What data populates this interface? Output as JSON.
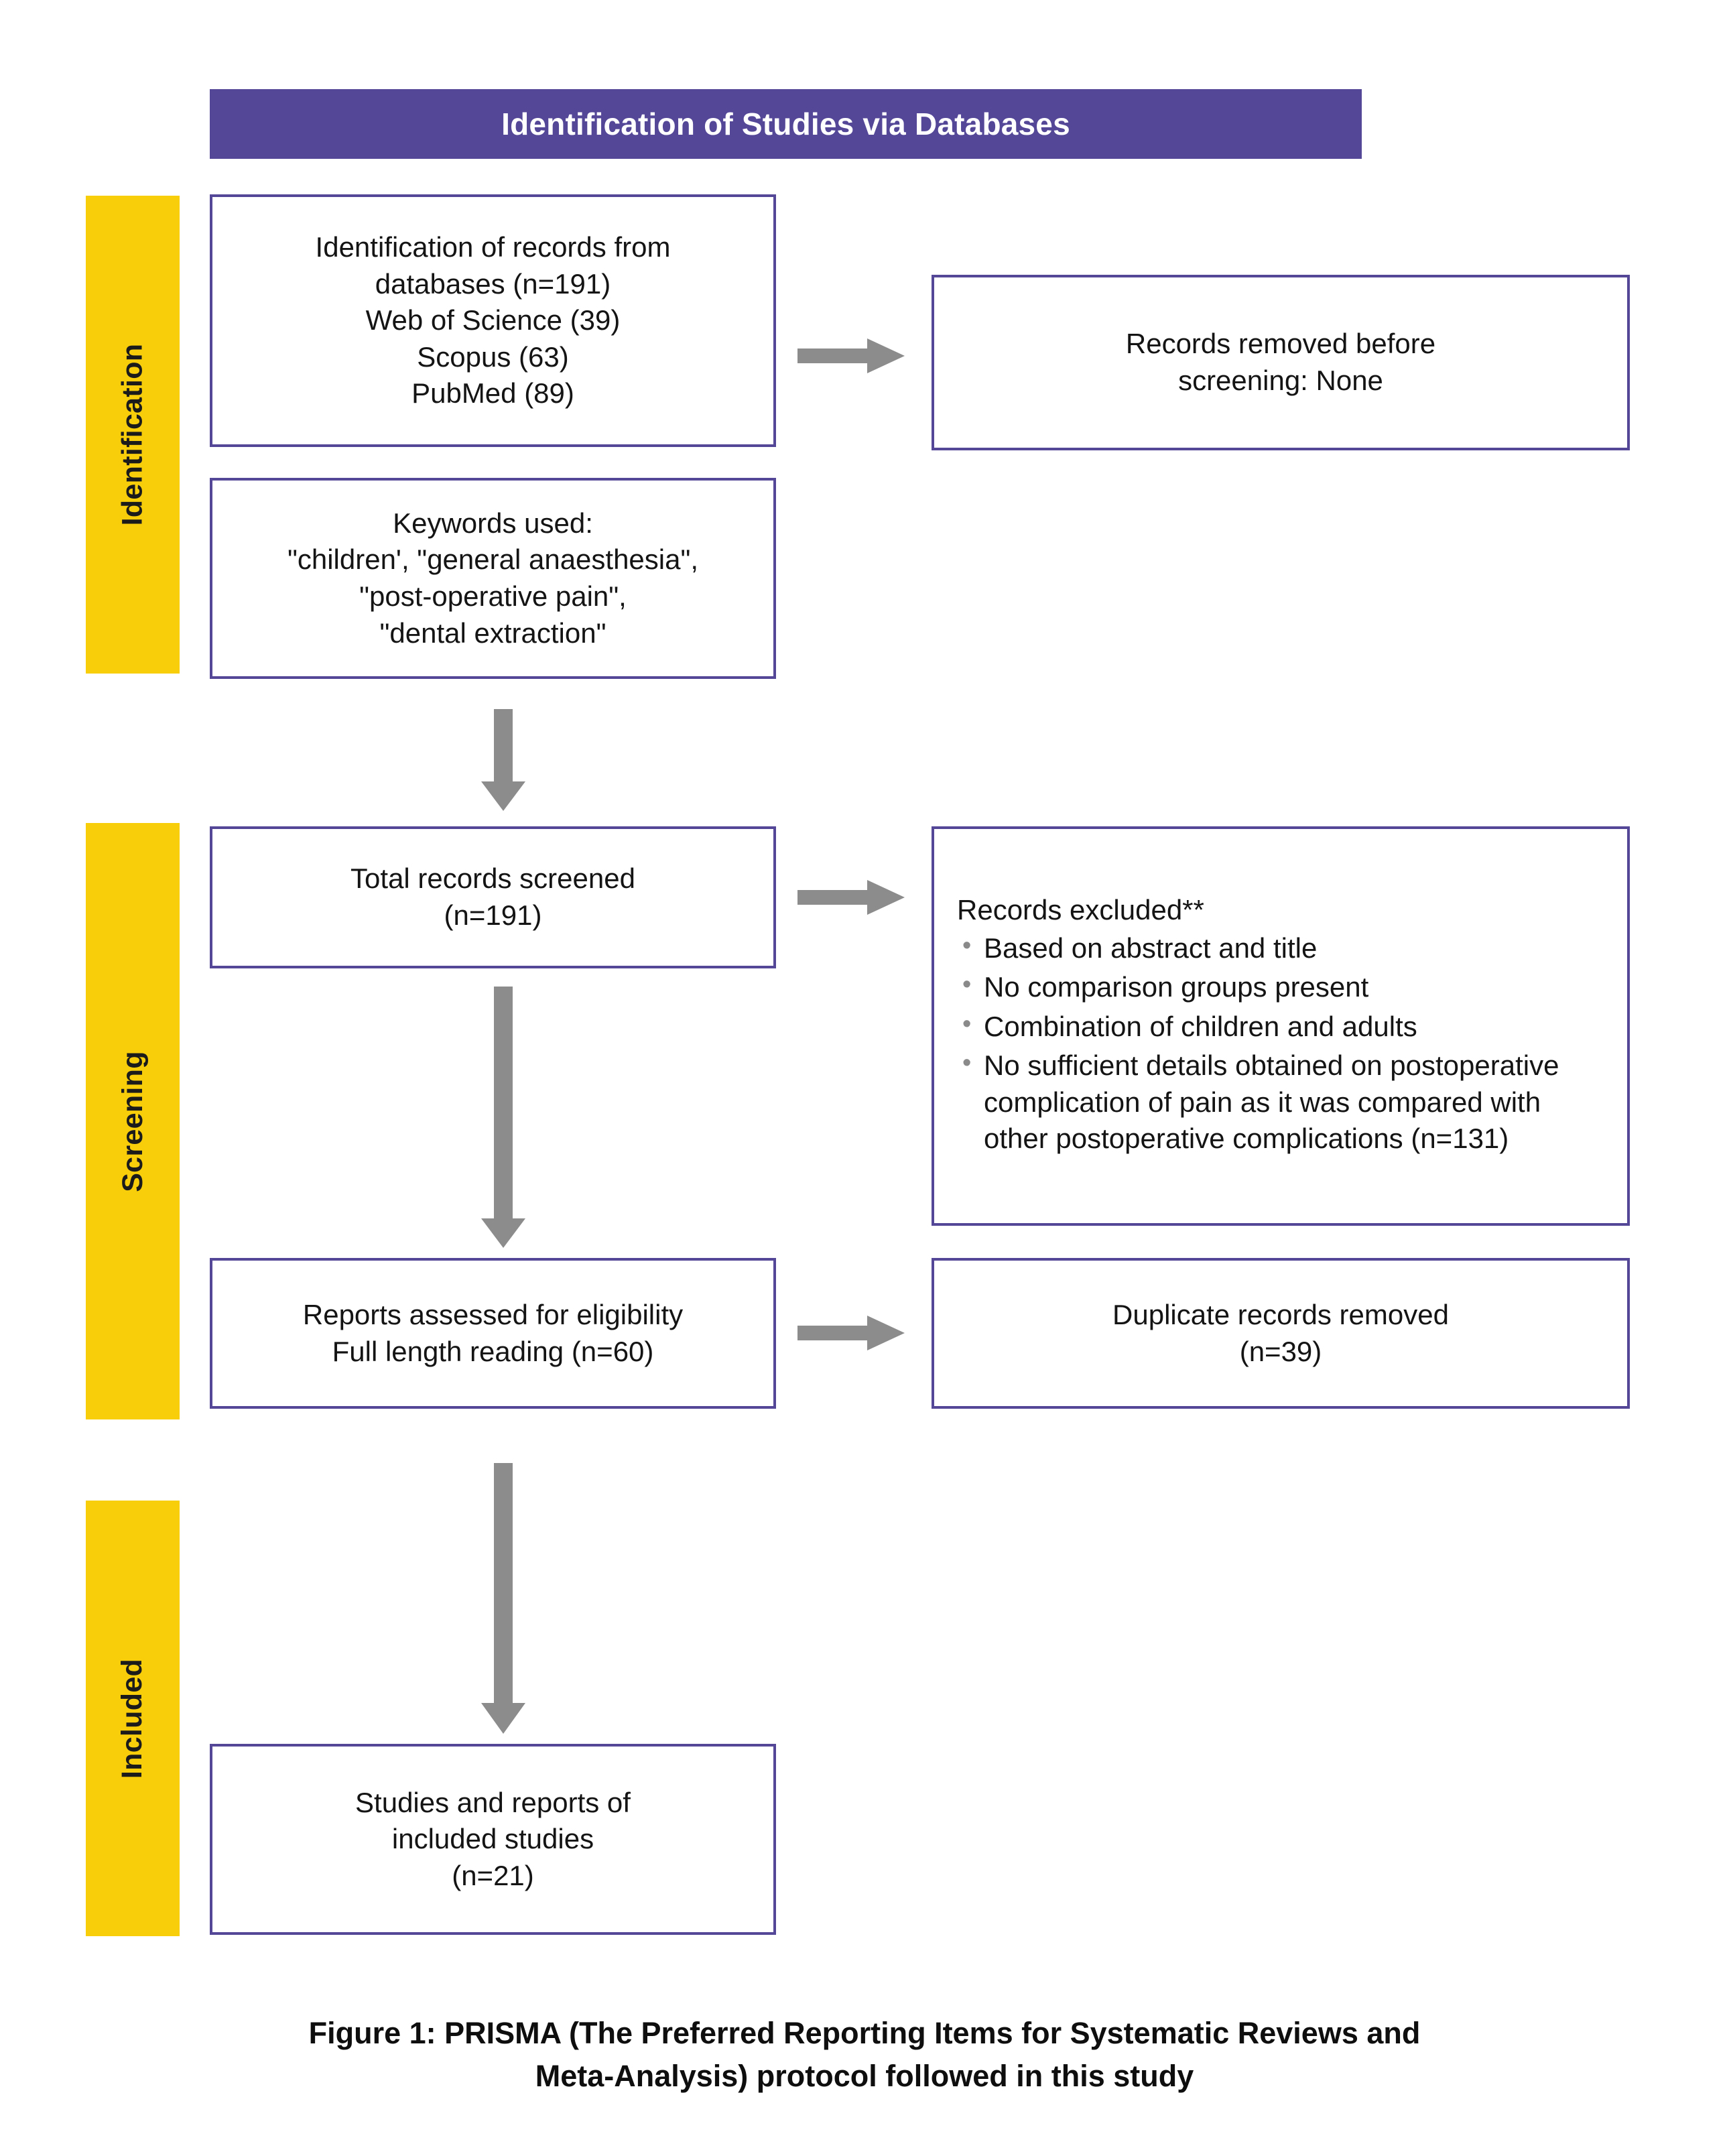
{
  "figure": {
    "banner_title": "Identification of Studies via Databases",
    "caption_line1": "Figure 1: PRISMA (The Preferred Reporting Items for Systematic Reviews and",
    "caption_line2": "Meta-Analysis) protocol followed in this study"
  },
  "colors": {
    "banner_purple": "#544798",
    "box_border_purple": "#544798",
    "stage_yellow": "#F8CE0B",
    "arrow_gray": "#8C8C8C",
    "text_black": "#141414",
    "bullet_gray": "#8A8A8A"
  },
  "stages": [
    {
      "id": "identification",
      "label": "Identification"
    },
    {
      "id": "screening",
      "label": "Screening"
    },
    {
      "id": "included",
      "label": "Included"
    }
  ],
  "boxes": {
    "records_identified": "Identification of records from\ndatabases (n=191)\nWeb of Science (39)\nScopus (63)\nPubMed (89)",
    "keywords": "Keywords used:\n\"children', \"general anaesthesia\",\n\"post-operative pain\",\n\"dental extraction\"",
    "records_removed": "Records removed before\nscreening: None",
    "total_screened": "Total records screened\n(n=191)",
    "records_excluded_heading": "Records excluded**",
    "records_excluded_items": [
      "Based on abstract and title",
      "No comparison groups present",
      "Combination of children and adults",
      "No sufficient details obtained on postoperative complication of pain as it was compared with other postoperative complications (n=131)"
    ],
    "reports_assessed": "Reports assessed for eligibility\nFull length reading (n=60)",
    "duplicates_removed": "Duplicate records removed\n(n=39)",
    "included_studies": "Studies and reports of\nincluded studies\n(n=21)"
  },
  "arrows": [
    {
      "id": "identified-to-removed",
      "direction": "right"
    },
    {
      "id": "keywords-to-screened",
      "direction": "down"
    },
    {
      "id": "screened-to-excluded",
      "direction": "right"
    },
    {
      "id": "screened-to-assessed",
      "direction": "down"
    },
    {
      "id": "assessed-to-duplicates",
      "direction": "right"
    },
    {
      "id": "assessed-to-included",
      "direction": "down"
    }
  ],
  "counts": {
    "records_from_databases": 191,
    "web_of_science": 39,
    "scopus": 63,
    "pubmed": 89,
    "records_removed_before_screening": "None",
    "total_records_screened": 191,
    "records_excluded": 131,
    "reports_assessed_full_length": 60,
    "duplicate_records_removed": 39,
    "included_studies": 21
  }
}
